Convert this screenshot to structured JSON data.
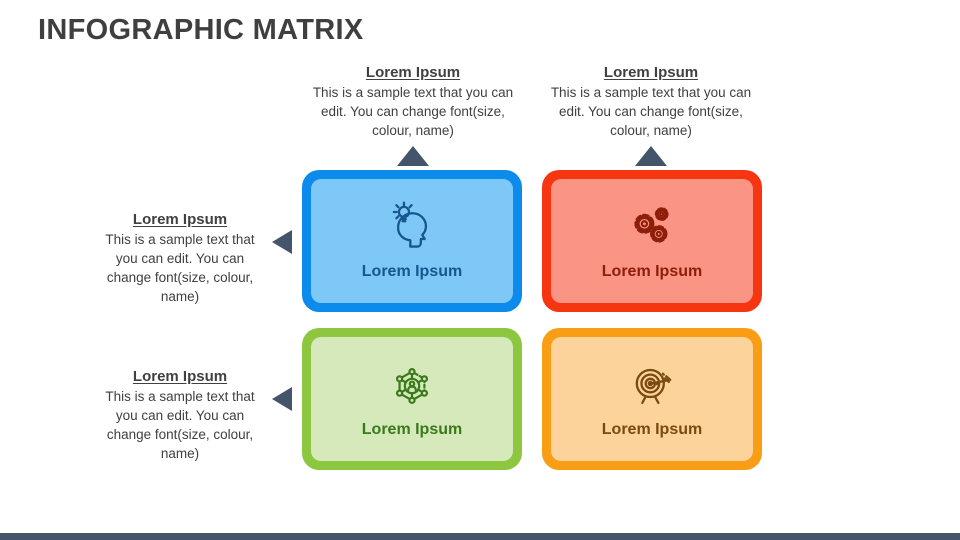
{
  "slide": {
    "title": "INFOGRAPHIC MATRIX"
  },
  "callouts": {
    "top": [
      {
        "heading": "Lorem Ipsum",
        "body": "This is a sample text that you can edit. You can change font(size, colour, name)"
      },
      {
        "heading": "Lorem Ipsum",
        "body": "This is a sample text that you can edit. You can change font(size, colour, name)"
      }
    ],
    "left": [
      {
        "heading": "Lorem Ipsum",
        "body": "This is a sample text that you can edit. You can change font(size, colour, name)"
      },
      {
        "heading": "Lorem Ipsum",
        "body": "This is a sample text that you can edit. You can change font(size, colour, name)"
      }
    ]
  },
  "cards": [
    {
      "label": "Lorem Ipsum",
      "icon": "idea-head-icon",
      "colors": {
        "border": "#0d8bed",
        "fill": "#7ec8f8",
        "text": "#18568f"
      }
    },
    {
      "label": "Lorem Ipsum",
      "icon": "gears-icon",
      "colors": {
        "border": "#f63511",
        "fill": "#fa9484",
        "text": "#8c1e0a"
      }
    },
    {
      "label": "Lorem Ipsum",
      "icon": "network-icon",
      "colors": {
        "border": "#8dc63f",
        "fill": "#d6e9bb",
        "text": "#3a7a1d"
      }
    },
    {
      "label": "Lorem Ipsum",
      "icon": "target-icon",
      "colors": {
        "border": "#f99d15",
        "fill": "#fbd39b",
        "text": "#7b4a12"
      }
    }
  ],
  "colors": {
    "title": "#3f3f3f",
    "body_text": "#404040",
    "arrow": "#44546a",
    "bottom_bar": "#44546a"
  }
}
